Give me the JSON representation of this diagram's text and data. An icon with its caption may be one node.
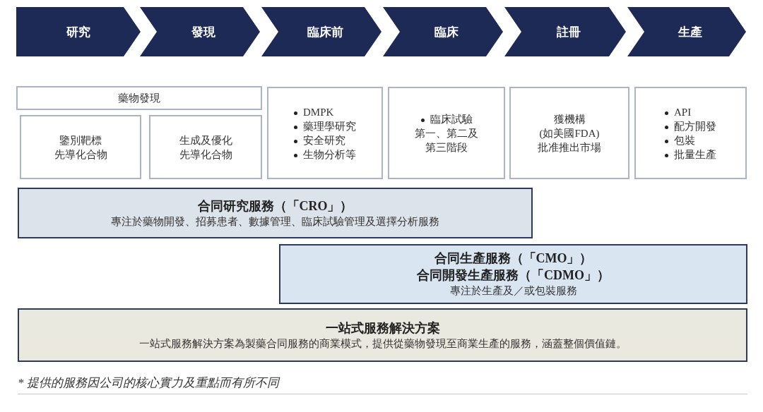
{
  "diagram": {
    "nodes": [
      {
        "text": [
          "研究"
        ]
      },
      {
        "text": [
          "發現"
        ]
      },
      {
        "text": [
          "臨床前"
        ]
      },
      {
        "text": [
          "臨床"
        ]
      },
      {
        "text": [
          "註冊"
        ]
      },
      {
        "text": [
          "生產"
        ]
      },
      {
        "text": [
          "藥物發現"
        ]
      },
      {
        "text": [
          "鑒別靶標",
          "先導化合物"
        ]
      },
      {
        "text": [
          "生成及優化",
          "先導化合物"
        ]
      },
      {
        "text": [
          "DMPK",
          "藥理學研究",
          "安全研究",
          "生物分析等"
        ]
      },
      {
        "text": [
          "臨床試驗",
          "第一、第二及第三階段"
        ]
      },
      {
        "text": [
          "獲機構",
          "(如美國FDA)",
          "批准推出市場"
        ]
      },
      {
        "text": [
          "API",
          "配方開發",
          "包裝",
          "批量生產"
        ]
      },
      {
        "text": [
          "合同研究服務（「CRO」）",
          "專注於藥物開發、招募患者、數據管理、臨床試驗管理及選擇分析服務"
        ]
      },
      {
        "text": [
          "合同生產服務（「CMO」）",
          "合同開發生產服務（「CDMO」）",
          "專注於生產及／或包裝服務"
        ]
      },
      {
        "text": [
          "一站式服務解決方案",
          "一站式服務解決方案為製藥合同服務的商業模式，提供從藥物發現至商業生產的服務，涵蓋整個價值鏈。"
        ]
      }
    ],
    "labels": [
      "* 提供的服務因公司的核心實力及重點而有所不同"
    ]
  }
}
